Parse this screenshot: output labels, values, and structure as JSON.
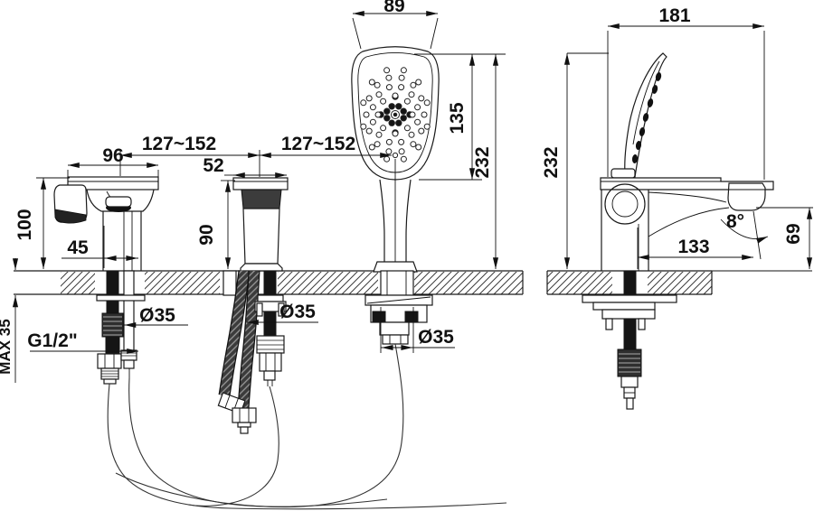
{
  "drawing_type": "bath-mixer-installation-dimensions",
  "labels": {
    "front": {
      "spout_width": "96",
      "spout_height": "100",
      "spout_base": "45",
      "pitch_left": "127~152",
      "pitch_right": "127~152",
      "valve_width": "52",
      "valve_height": "90",
      "head_width": "89",
      "head_face_height": "135",
      "shower_height": "232",
      "hole_spout": "Ø35",
      "hole_valve": "Ø35",
      "hole_shower": "Ø35",
      "thread": "G1/2\"",
      "deck_max": "MAX 35"
    },
    "side": {
      "depth": "181",
      "height": "232",
      "reach": "133",
      "drop": "69",
      "angle": "8°"
    }
  },
  "colors": {
    "line": "#1a1a1a",
    "background": "#ffffff"
  }
}
